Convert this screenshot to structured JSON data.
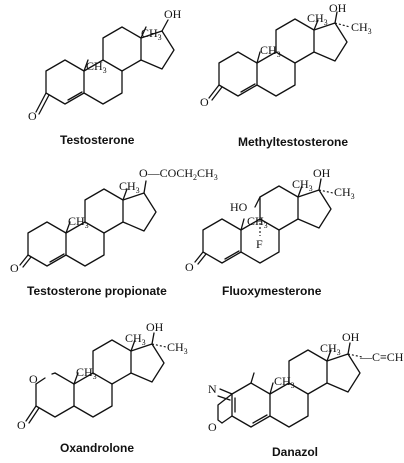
{
  "molecules": [
    {
      "name": "Testosterone"
    },
    {
      "name": "Methyltestosterone"
    },
    {
      "name": "Testosterone propionate"
    },
    {
      "name": "Fluoxymesterone"
    },
    {
      "name": "Oxandrolone"
    },
    {
      "name": "Danazol"
    }
  ],
  "atoms": {
    "oh": "OH",
    "ch3": "CH",
    "three": "3",
    "o": "O",
    "ho": "HO",
    "f": "F",
    "n": "N",
    "propionate_prefix": "O—COCH",
    "propionate_mid": "CH",
    "propionate_two": "2",
    "ethynyl": "—C≡CH"
  }
}
